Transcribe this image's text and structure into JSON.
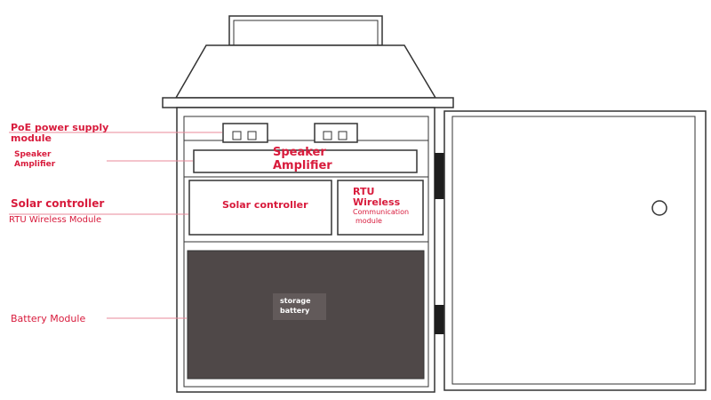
{
  "callouts": {
    "poe_line1": "PoE power supply",
    "poe_line2": "module",
    "amp_line1": "Speaker",
    "amp_line2": "Amplifier",
    "solar": "Solar controller",
    "rtu": "RTU Wireless Module",
    "battery": "Battery Module"
  },
  "cabinet": {
    "amp_line1": "Speaker",
    "amp_line2": "Amplifier",
    "solar": "Solar controller",
    "rtu_line1": "RTU",
    "rtu_line2": "Wireless",
    "rtu_line3": "Communication",
    "rtu_line4": "module",
    "battery_line1": "storage",
    "battery_line2": "battery"
  },
  "colors": {
    "label": "#d81b3c",
    "leader": "#e8889a",
    "outline": "#333333",
    "battery_fill": "#4f4848",
    "battery_tag": "#625a5a",
    "hinge": "#1e1e1e"
  }
}
